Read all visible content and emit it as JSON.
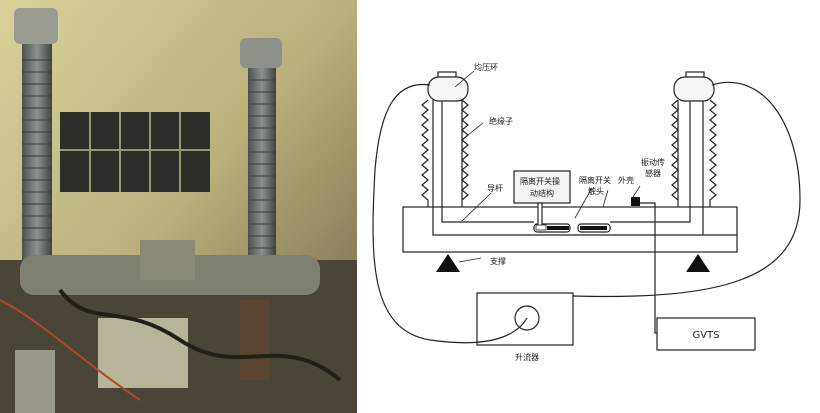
{
  "photo": {
    "subject": "test-setup-photo"
  },
  "diagram": {
    "labels": {
      "grading_ring": "均压环",
      "insulator": "绝缘子",
      "conductor_rod": "导杆",
      "operating_mechanism_line1": "隔离开关操",
      "operating_mechanism_line2": "动结构",
      "switch_contact_line1": "隔离开关",
      "switch_contact_line2": "触头",
      "enclosure": "外壳",
      "vibration_sensor_line1": "振动传",
      "vibration_sensor_line2": "感器",
      "support": "支撑",
      "current_booster": "升流器",
      "gvts": "GVTS"
    }
  }
}
